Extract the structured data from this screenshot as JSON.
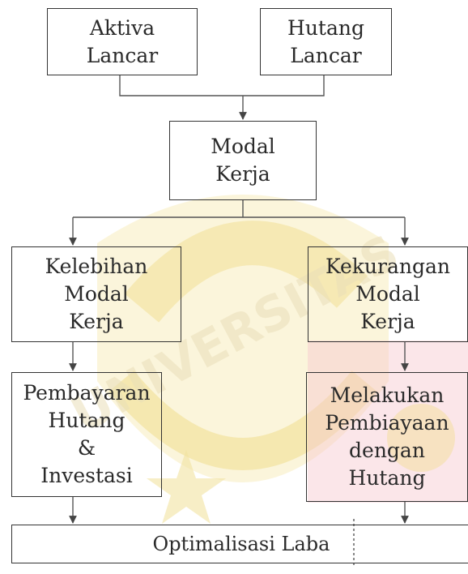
{
  "nodes": {
    "aktiva_lancar": [
      "Aktiva",
      "Lancar"
    ],
    "hutang_lancar": [
      "Hutang",
      "Lancar"
    ],
    "modal_kerja": [
      "Modal",
      "Kerja"
    ],
    "kelebihan_modal_kerja": [
      "Kelebihan",
      "Modal",
      "Kerja"
    ],
    "kekurangan_modal_kerja": [
      "Kekurangan",
      "Modal",
      "Kerja"
    ],
    "pembayaran_hutang_investasi": [
      "Pembayaran",
      "Hutang",
      "&",
      "Investasi"
    ],
    "melakukan_pembiayaan": [
      "Melakukan",
      "Pembiayaan",
      "dengan",
      "Hutang"
    ],
    "optimalisasi_laba": "Optimalisasi Laba"
  },
  "watermark": {
    "text": "UNIVERSITAS",
    "colors": {
      "shield": "#f4e7a8",
      "ring": "#f0dc86",
      "star": "#f2e2a0",
      "pink": "#f6c8cf"
    }
  }
}
